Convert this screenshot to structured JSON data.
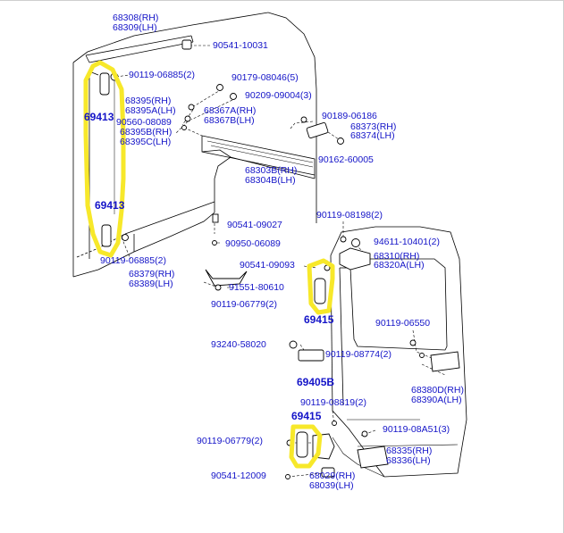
{
  "colors": {
    "label": "#1414c8",
    "line": "#000000",
    "highlight": "#f7e82a",
    "ground": "#ffffff"
  },
  "labels": {
    "p68308": "68308(RH)",
    "p68309": "68309(LH)",
    "p90541_10031": "90541-10031",
    "p90119_06885a": "90119-06885(2)",
    "p90179_08046": "90179-08046(5)",
    "p90209_09004": "90209-09004(3)",
    "p68395": "68395(RH)",
    "p68395a": "68395A(LH)",
    "p90560_08089": "90560-08089",
    "p68395b": "68395B(RH)",
    "p68395c": "68395C(LH)",
    "p69413a": "69413",
    "p68367a": "68367A(RH)",
    "p68367b": "68367B(LH)",
    "p90189_06186": "90189-06186",
    "p68373": "68373(RH)",
    "p68374": "68374(LH)",
    "p90162_60005": "90162-60005",
    "p68303b": "68303B(RH)",
    "p68304b": "68304B(LH)",
    "p69413b": "69413",
    "p90541_09027": "90541-09027",
    "p90119_08198": "90119-08198(2)",
    "p90950_06089": "90950-06089",
    "p94611_10401": "94611-10401(2)",
    "p90119_06885b": "90119-06885(2)",
    "p68310": "68310(RH)",
    "p68320a": "68320A(LH)",
    "p90541_09093": "90541-09093",
    "p68379": "68379(RH)",
    "p68389": "68389(LH)",
    "p91551_80610": "91551-80610",
    "p90119_06779a": "90119-06779(2)",
    "p69415a": "69415",
    "p90119_06550": "90119-06550",
    "p93240_58020": "93240-58020",
    "p90119_08774": "90119-08774(2)",
    "p69405b": "69405B",
    "p68380d": "68380D(RH)",
    "p68390a": "68390A(LH)",
    "p90119_08819": "90119-08819(2)",
    "p69415b": "69415",
    "p90119_08a51": "90119-08A51(3)",
    "p90119_06779b": "90119-06779(2)",
    "p68335": "68335(RH)",
    "p68336": "68336(LH)",
    "p90541_12009": "90541-12009",
    "p68029": "68029(RH)",
    "p68039": "68039(LH)"
  }
}
